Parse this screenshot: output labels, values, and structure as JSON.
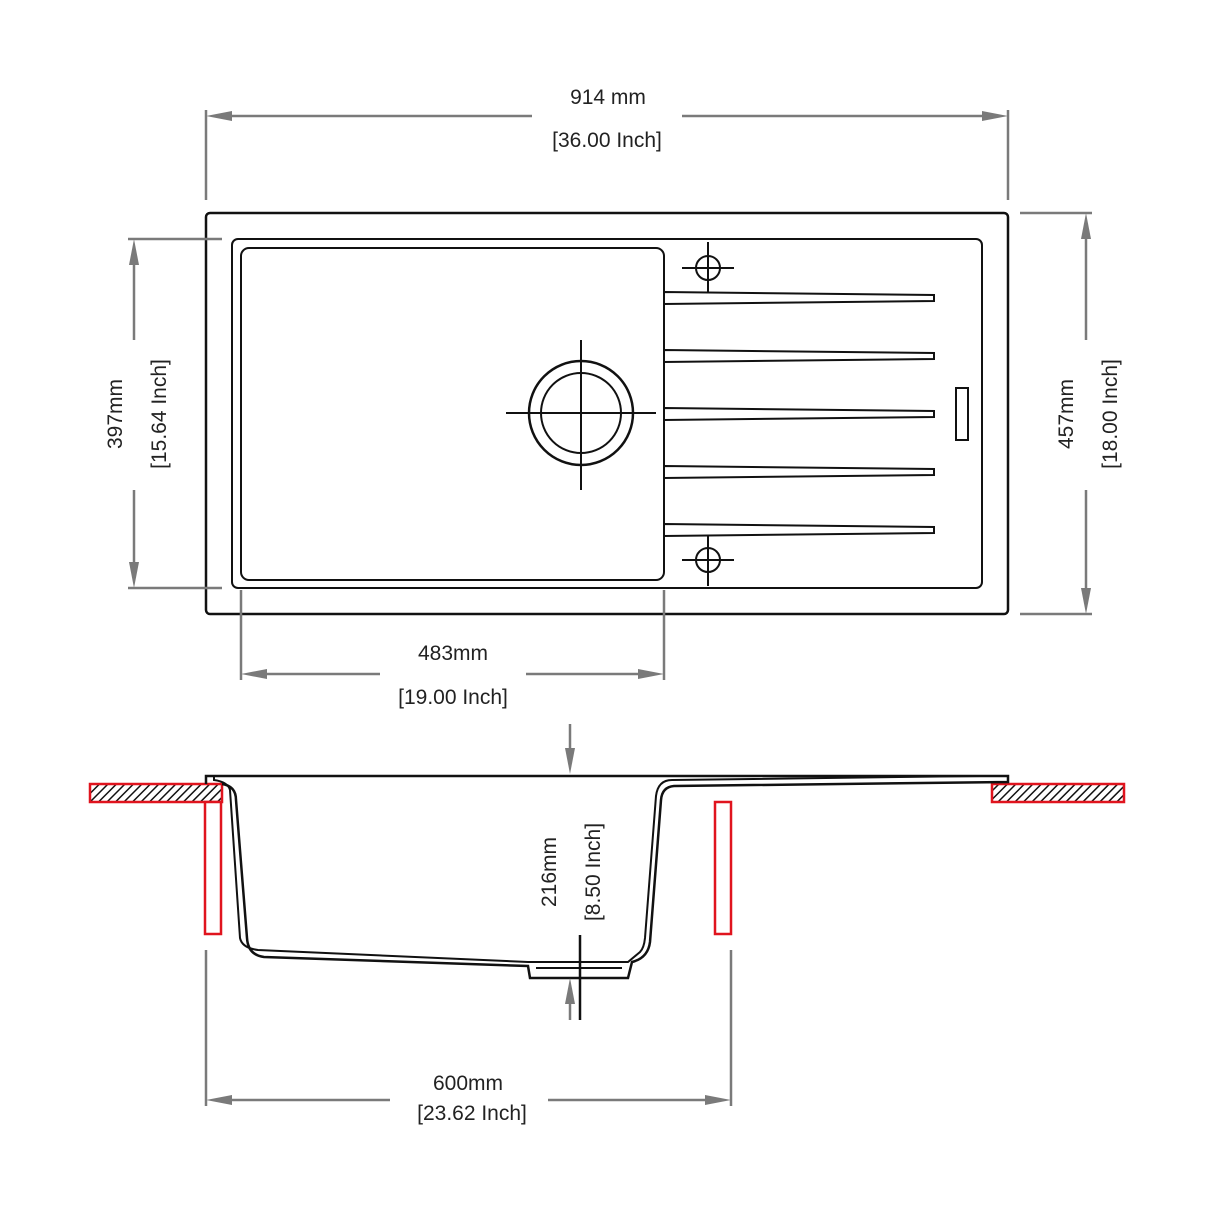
{
  "top_view": {
    "width": {
      "mm": "914 mm",
      "inch": "[36.00 Inch]"
    },
    "inner_depth": {
      "mm": "397mm",
      "inch": "[15.64 Inch]"
    },
    "overall_depth": {
      "mm": "457mm",
      "inch": "[18.00 Inch]"
    },
    "bowl_width": {
      "mm": "483mm",
      "inch": "[19.00 Inch]"
    }
  },
  "side_view": {
    "bowl_depth": {
      "mm": "216mm",
      "inch": "[8.50 Inch]"
    },
    "cabinet_width": {
      "mm": "600mm",
      "inch": "[23.62 Inch]"
    }
  },
  "colors": {
    "outline": "#111111",
    "dimension": "#7a7a7a",
    "cabinet": "#e0141e"
  }
}
